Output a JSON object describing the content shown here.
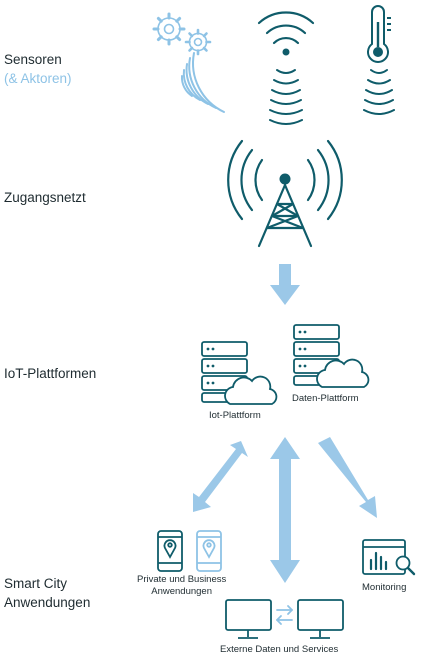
{
  "layers": {
    "sensors": {
      "label": "Sensoren",
      "sublabel": "(& Aktoren)"
    },
    "access": {
      "label": "Zugangsnetzt"
    },
    "platforms": {
      "label": "IoT-Plattformen"
    },
    "apps": {
      "label_line1": "Smart City",
      "label_line2": "Anwendungen"
    }
  },
  "nodes": {
    "iot_platform": "Iot-Plattform",
    "data_platform": "Daten-Plattform",
    "private_business_line1": "Private und Business",
    "private_business_line2": "Anwendungen",
    "monitoring": "Monitoring",
    "external": "Externe Daten und Services"
  },
  "colors": {
    "primary": "#0f5c6a",
    "light_blue": "#8ec3e6",
    "arrow": "#9bc8e8"
  }
}
